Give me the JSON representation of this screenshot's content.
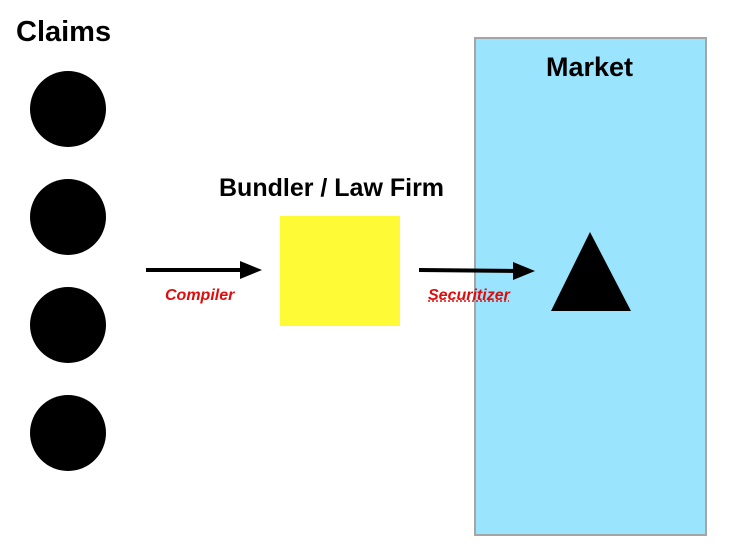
{
  "claims": {
    "title": "Claims",
    "items": [
      "claim",
      "claim",
      "claim",
      "claim"
    ]
  },
  "bundler": {
    "label": "Bundler / Law Firm",
    "color": "#fffa36"
  },
  "market": {
    "label": "Market",
    "color": "#9ae4fd"
  },
  "edges": {
    "compiler_label": "Compiler",
    "securitizer_label": "Securitizer",
    "label_color": "#e00b0b"
  },
  "icons": {
    "claim": "black-circle",
    "asset": "black-triangle",
    "arrow": "right-arrow"
  }
}
